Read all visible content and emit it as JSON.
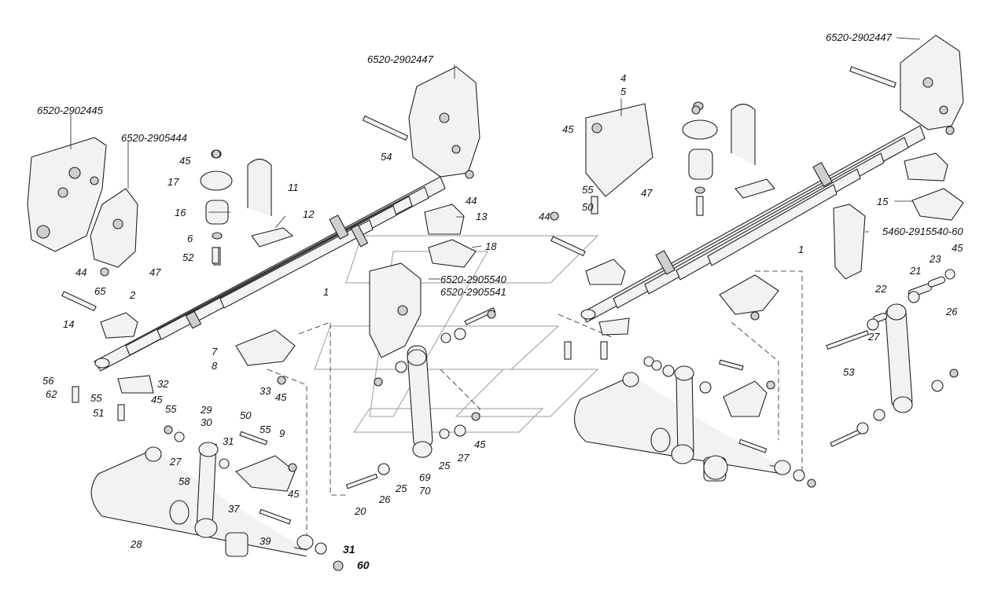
{
  "labels": {
    "p_6520_2902445": "6520-2902445",
    "p_6520_2905444": "6520-2905444",
    "p_6520_2902447_a": "6520-2902447",
    "p_6520_2902447_b": "6520-2902447",
    "p_6520_2905540": "6520-2905540",
    "p_6520_2905541": "6520-2905541",
    "p_5460_2915540": "5460-2915540-60",
    "n45_a": "45",
    "n17": "17",
    "n16": "16",
    "n6": "6",
    "n52": "52",
    "n11": "11",
    "n12": "12",
    "n44_a": "44",
    "n47_a": "47",
    "n54": "54",
    "n44_b": "44",
    "n13": "13",
    "n18": "18",
    "n65": "65",
    "n2": "2",
    "n14": "14",
    "n1_a": "1",
    "n7": "7",
    "n8": "8",
    "n33": "33",
    "n45_b": "45",
    "n56": "56",
    "n62": "62",
    "n32": "32",
    "n55_a": "55",
    "n51": "51",
    "n45_c": "45",
    "n55_b": "55",
    "n29": "29",
    "n30": "30",
    "n27_a": "27",
    "n31_a": "31",
    "n50_a": "50",
    "n55_c": "55",
    "n9": "9",
    "n45_d": "45",
    "n58": "58",
    "n37": "37",
    "n39": "39",
    "n28": "28",
    "n31_b": "31",
    "n60": "60",
    "n4": "4",
    "n5": "5",
    "n45_e": "45",
    "n55_d": "55",
    "n47_b": "47",
    "n50_b": "50",
    "n44_c": "44",
    "n20": "20",
    "n26_a": "26",
    "n25_a": "25",
    "n69": "69",
    "n70": "70",
    "n25_b": "25",
    "n27_b": "27",
    "n45_f": "45",
    "n15": "15",
    "n1_b": "1",
    "n22": "22",
    "n21": "21",
    "n23": "23",
    "n45_g": "45",
    "n26_b": "26",
    "n27_c": "27",
    "n53": "53"
  }
}
